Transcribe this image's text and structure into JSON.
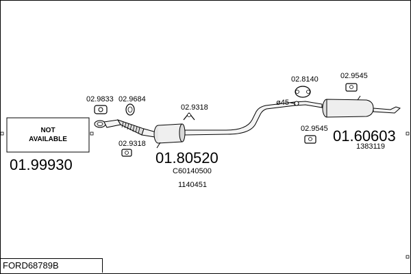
{
  "diagram_code": "FORD68789B",
  "not_available_box": {
    "line1": "NOT",
    "line2": "AVAILABLE",
    "part_number": "01.99930"
  },
  "front_pipe": {
    "clamp_top_left": "02.9833",
    "clamp_top_right": "02.9684",
    "hanger_bottom": "02.9318"
  },
  "centre_silencer": {
    "part_number": "01.80520",
    "oem_number": "C60140500",
    "ref_number": "1140451",
    "hanger": "02.9318"
  },
  "rear_section": {
    "diameter": "ø45",
    "hanger_ring": "02.8140",
    "hanger_top": "02.9545",
    "hanger_bottom": "02.9545",
    "part_number": "01.60603",
    "ref_number": "1383119"
  }
}
